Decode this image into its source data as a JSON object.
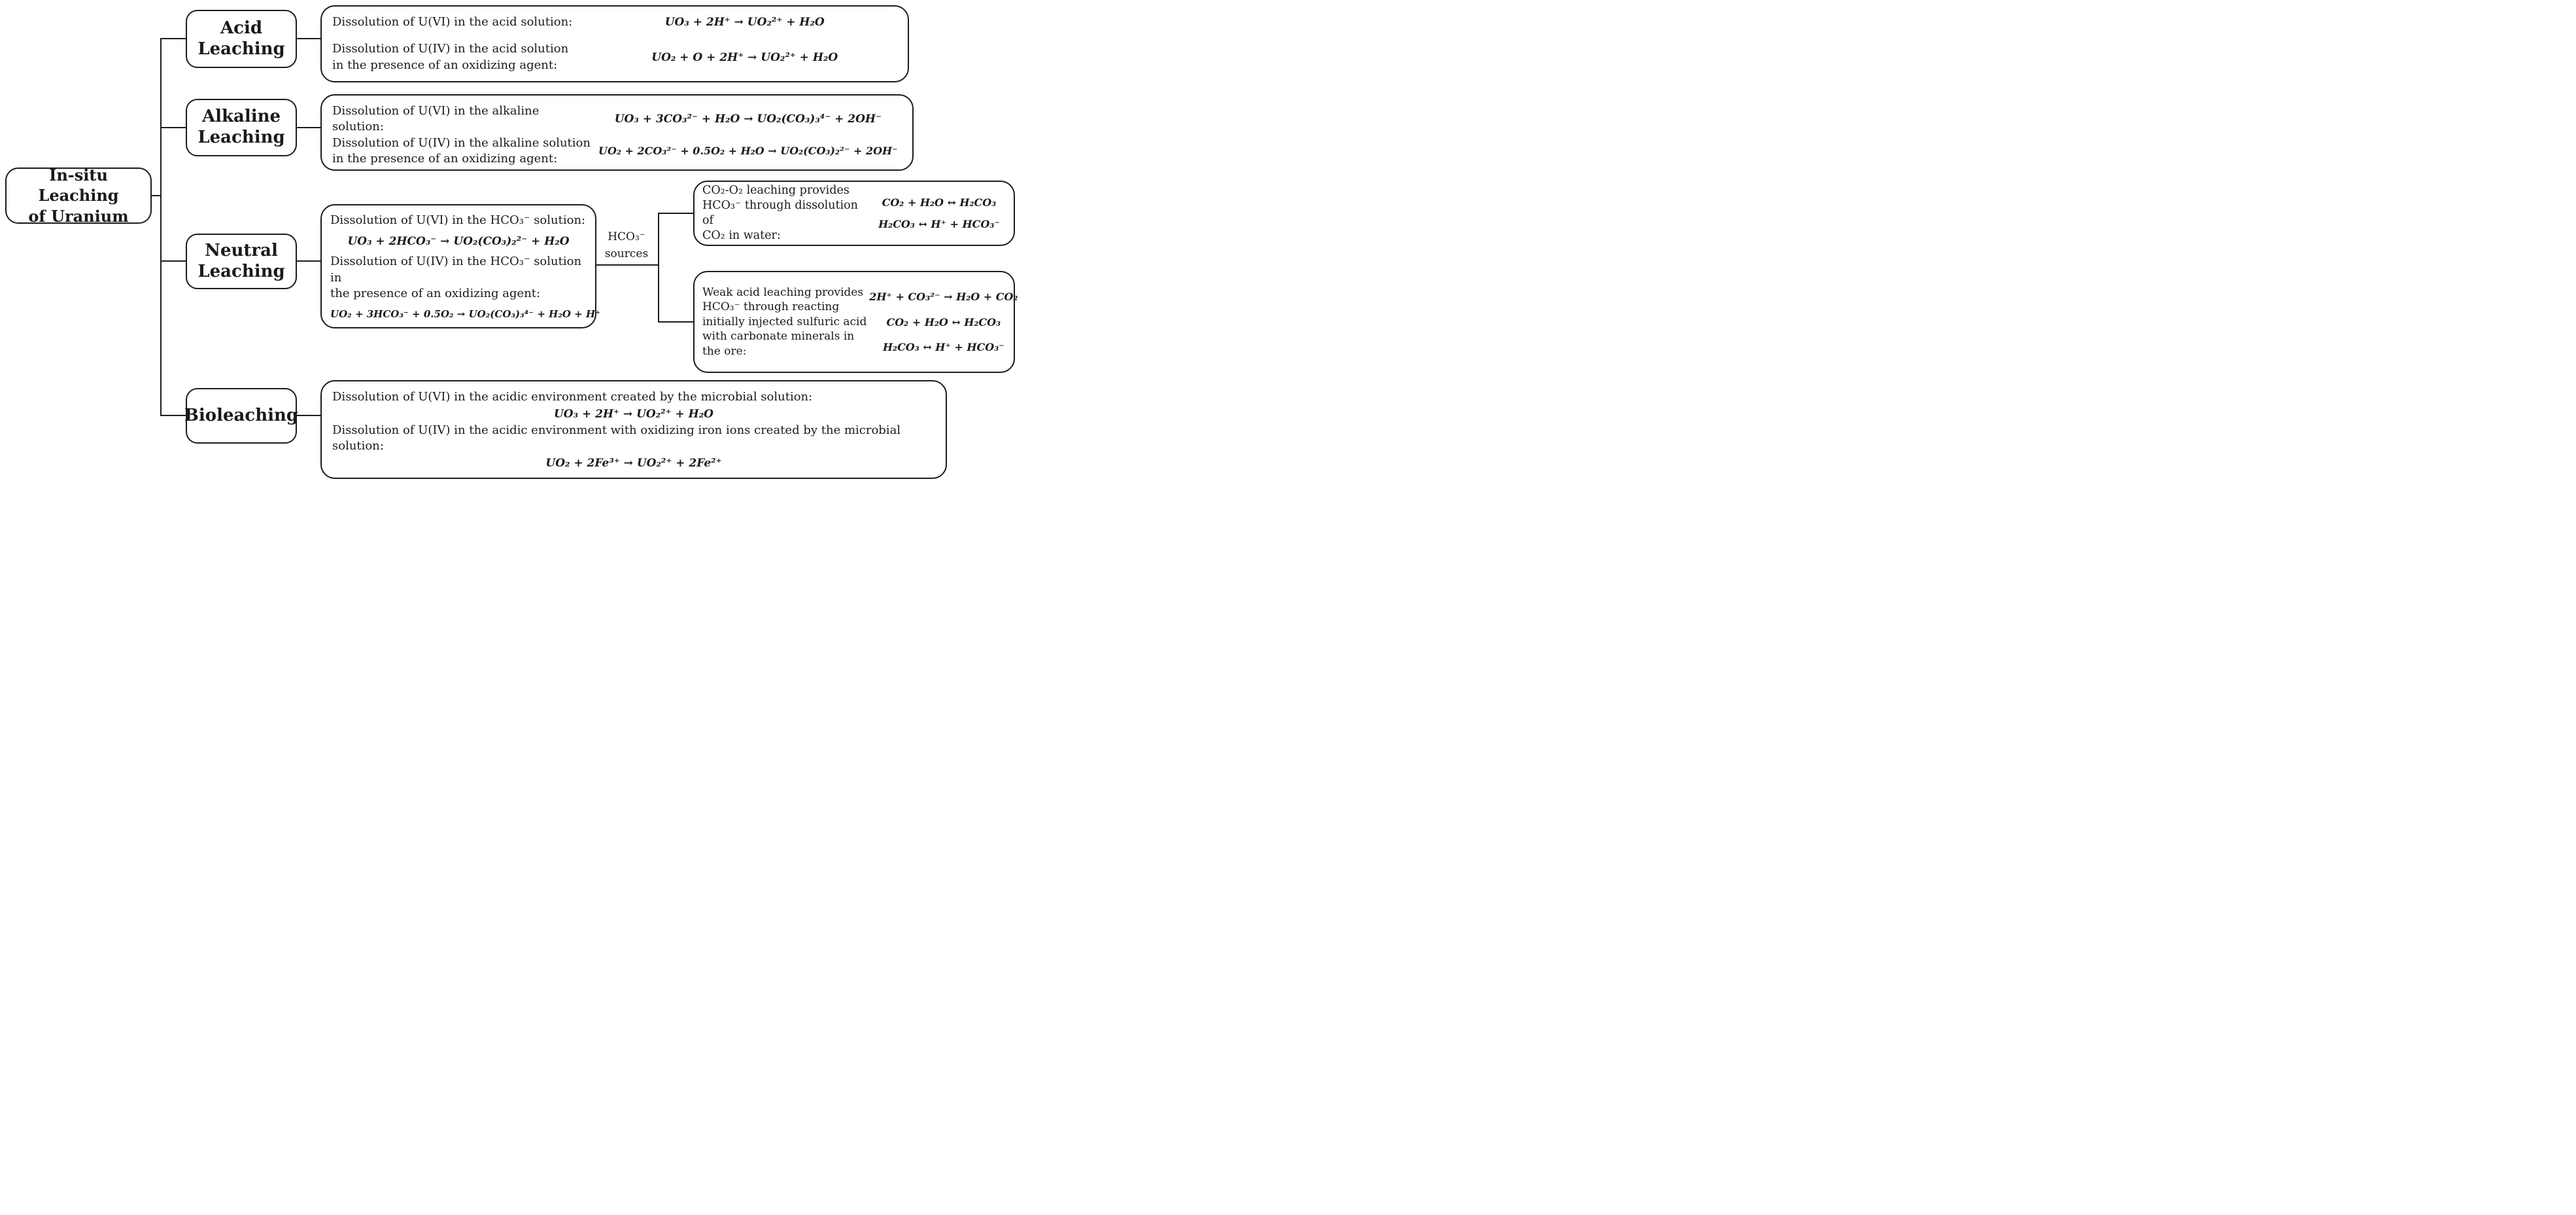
{
  "diagram": {
    "root": {
      "line1": "In-situ Leaching",
      "line2": "of Uranium"
    },
    "acid": {
      "label_line1": "Acid",
      "label_line2": "Leaching",
      "uvi_text": "Dissolution of U(VI) in the acid solution:",
      "uvi_eq": "UO₃ + 2H⁺ → UO₂²⁺ + H₂O",
      "uiv_text_line1": "Dissolution of U(IV) in the acid solution",
      "uiv_text_line2": "in the presence of an oxidizing agent:",
      "uiv_eq": "UO₂ + O + 2H⁺ → UO₂²⁺ + H₂O"
    },
    "alkaline": {
      "label_line1": "Alkaline",
      "label_line2": "Leaching",
      "uvi_text": "Dissolution of U(VI) in the alkaline solution:",
      "uvi_eq": "UO₃ + 3CO₃²⁻ + H₂O → UO₂(CO₃)₃⁴⁻ + 2OH⁻",
      "uiv_text_line1": "Dissolution of U(IV) in the alkaline solution",
      "uiv_text_line2": "in the presence of an oxidizing agent:",
      "uiv_eq": "UO₂ + 2CO₃²⁻ + 0.5O₂ + H₂O → UO₂(CO₃)₂²⁻ + 2OH⁻"
    },
    "neutral": {
      "label_line1": "Neutral",
      "label_line2": "Leaching",
      "uvi_text": "Dissolution of U(VI) in the HCO₃⁻ solution:",
      "uvi_eq": "UO₃ + 2HCO₃⁻ → UO₂(CO₃)₂²⁻ + H₂O",
      "uiv_text_line1": "Dissolution of U(IV) in the HCO₃⁻ solution in",
      "uiv_text_line2": "the presence of an oxidizing agent:",
      "uiv_eq": "UO₂ + 3HCO₃⁻ + 0.5O₂ → UO₂(CO₃)₃⁴⁻ + H₂O + H⁺",
      "sources_line1": "HCO₃⁻",
      "sources_line2": "sources"
    },
    "co2_o2": {
      "text_line1": "CO₂-O₂ leaching provides",
      "text_line2": "HCO₃⁻ through dissolution of",
      "text_line3": "CO₂ in water:",
      "eq1": "CO₂ + H₂O ↔ H₂CO₃",
      "eq2": "H₂CO₃ ↔ H⁺ + HCO₃⁻"
    },
    "weak_acid": {
      "text_line1": "Weak acid leaching provides",
      "text_line2": "HCO₃⁻ through reacting",
      "text_line3": "initially injected sulfuric acid",
      "text_line4": "with carbonate minerals in",
      "text_line5": "the ore:",
      "eq1": "2H⁺ + CO₃²⁻ → H₂O + CO₂",
      "eq2": "CO₂ + H₂O ↔ H₂CO₃",
      "eq3": "H₂CO₃ ↔ H⁺ + HCO₃⁻"
    },
    "bioleaching": {
      "label": "Bioleaching",
      "uvi_text": "Dissolution of U(VI) in the acidic environment created by the microbial solution:",
      "uvi_eq": "UO₃ + 2H⁺ → UO₂²⁺ + H₂O",
      "uiv_text": "Dissolution of U(IV) in the acidic environment with oxidizing iron ions created by the microbial solution:",
      "uiv_eq": "UO₂ + 2Fe³⁺ → UO₂²⁺ + 2Fe²⁺"
    },
    "colors": {
      "line": "#1c1c1c",
      "text": "#1a1a1a",
      "background": "#ffffff"
    }
  }
}
